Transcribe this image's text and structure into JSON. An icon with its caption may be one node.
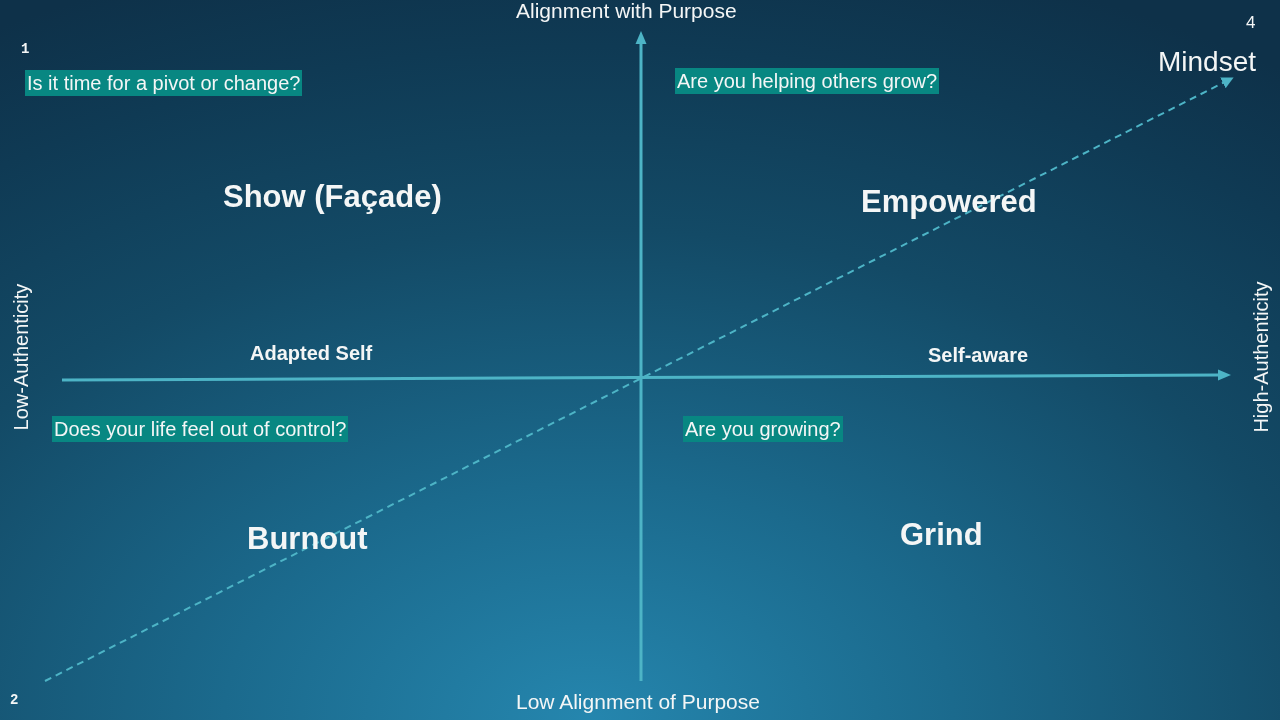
{
  "diagram": {
    "nodes": [
      {
        "text": [
          "Is it time for a pivot or change?"
        ]
      },
      {
        "text": [
          "Are you helping others grow?"
        ]
      },
      {
        "text": [
          "Mindset"
        ]
      },
      {
        "text": [
          "Does your life feel out of control?"
        ]
      },
      {
        "text": [
          "Are you growing?"
        ]
      }
    ],
    "edges": [
      {
        "from": null,
        "to": 2,
        "arrow": "to",
        "style": "dashed"
      }
    ],
    "labels": [
      "Alignment with Purpose",
      "4",
      "1",
      "Show (Façade)",
      "Empowered",
      "Low-Authenticity",
      "Adapted Self",
      "Self-aware",
      "High-Authenticity",
      "Burnout",
      "Grind",
      "2",
      "Low Alignment of Purpose"
    ]
  }
}
